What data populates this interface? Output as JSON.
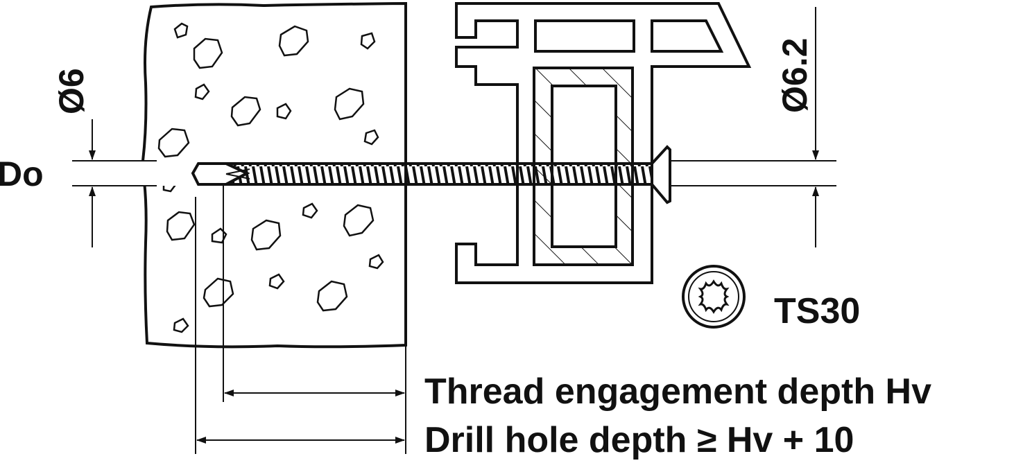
{
  "labels": {
    "diameter_wall": "Ø6",
    "diameter_screw": "Ø6.2",
    "drill_diameter": "Do",
    "drive": "TS30",
    "thread_depth": "Thread engagement depth Hv",
    "drill_depth": "Drill hole depth ≥ Hv + 10"
  },
  "colors": {
    "line": "#111111",
    "background": "#ffffff"
  },
  "icons": {
    "drive_symbol": "torx-icon"
  }
}
